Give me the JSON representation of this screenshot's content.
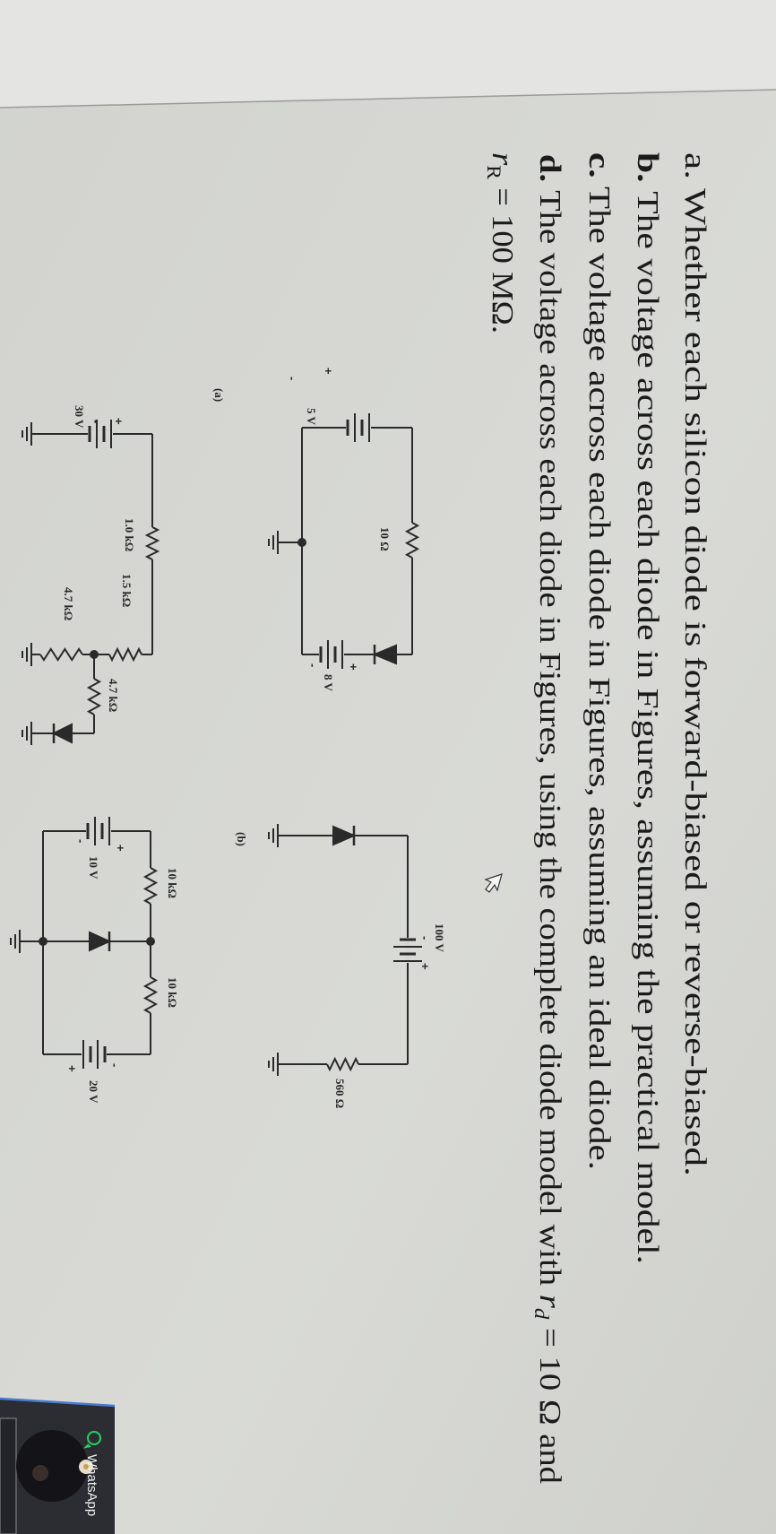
{
  "questions": {
    "a": {
      "label": "a.",
      "text": " Whether each silicon diode is forward-biased or reverse-biased."
    },
    "b": {
      "label": "b.",
      "text": " The voltage across each diode in Figures, assuming the practical model."
    },
    "c": {
      "label": "c.",
      "text": " The voltage across each diode in Figures, assuming an ideal diode."
    },
    "d": {
      "label": "d.",
      "text": " The voltage across each diode in Figures, using the complete diode model with ",
      "sym": "r",
      "sub": "d",
      "tail": " = 10 Ω and"
    },
    "e": {
      "sym": "r",
      "sub": "R",
      "tail": " = 100 MΩ."
    }
  },
  "figures": {
    "a": {
      "caption": "(a)",
      "source": "5 V",
      "resistor": "10 Ω",
      "source2": "8 V",
      "plus": "+",
      "minus": "-"
    },
    "b": {
      "caption": "(b)",
      "source": "100 V",
      "resistor": "560 Ω",
      "plus": "+",
      "minus": "-"
    },
    "c": {
      "source": "30 V",
      "r1": "1.0 kΩ",
      "r2": "1.5 kΩ",
      "r3": "4.7 kΩ",
      "r4": "4.7 kΩ",
      "plus": "+",
      "minus": "-"
    },
    "d": {
      "source1": "10 V",
      "source2": "20 V",
      "r1": "10 kΩ",
      "r2": "10 kΩ",
      "plus": "+",
      "minus": "-"
    }
  },
  "notification": {
    "app": "WhatsApp",
    "icon": "whatsapp-icon"
  },
  "colors": {
    "page": "#d5d6d2",
    "ink": "#1b1b1b",
    "notification_bg": "#2b2d33",
    "whatsapp_green": "#25d366"
  }
}
